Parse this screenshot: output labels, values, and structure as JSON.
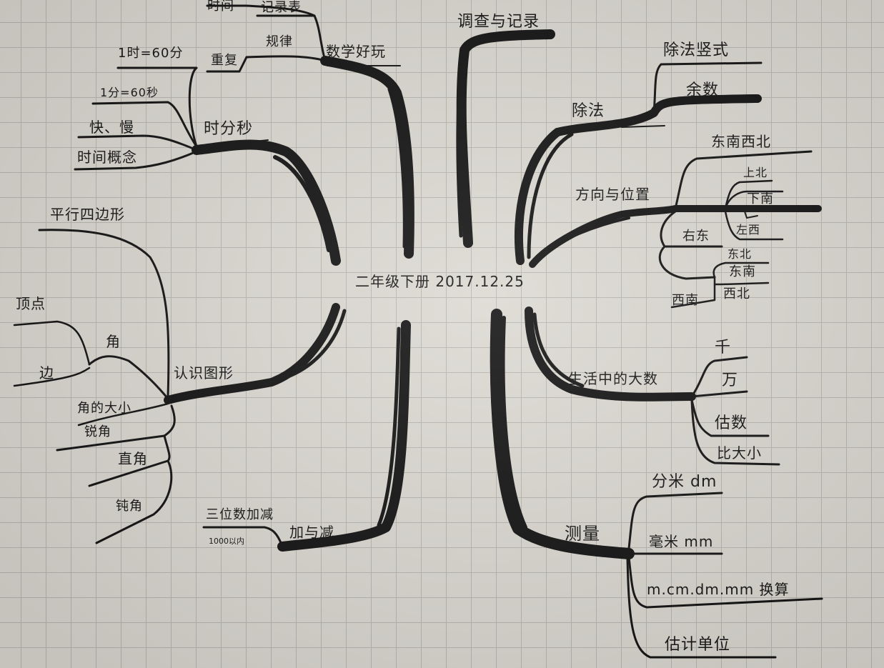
{
  "center": {
    "title": "二年级下册 2017.12.25"
  },
  "branches": {
    "data": {
      "label": "数学好玩",
      "children": [
        "记录表",
        "时间",
        "规律",
        "重复"
      ]
    },
    "survey": {
      "label": "调查与记录"
    },
    "division": {
      "label": "除法",
      "children": [
        "除法竖式",
        "余数"
      ]
    },
    "direction": {
      "label": "方向与位置",
      "children": [
        "东南西北",
        "上北",
        "下南",
        "左西",
        "右东",
        "东北",
        "东南",
        "西南",
        "西北"
      ]
    },
    "time": {
      "label": "时分秒",
      "children": [
        "1时=60分",
        "1分=60秒",
        "快、慢",
        "时间概念"
      ]
    },
    "shapes": {
      "label": "认识图形",
      "children": [
        "平行四边形",
        "顶点",
        "角",
        "边",
        "角的大小",
        "锐角",
        "直角",
        "钝角"
      ]
    },
    "addsub": {
      "label": "加与减",
      "children": [
        "三位数加减",
        "1000以内"
      ]
    },
    "bignum": {
      "label": "生活中的大数",
      "children": [
        "千",
        "万",
        "估数",
        "比大小"
      ]
    },
    "measure": {
      "label": "测量",
      "children": [
        "分米 dm",
        "毫米 mm",
        "m.cm.dm.mm 换算",
        "估计单位"
      ]
    }
  }
}
